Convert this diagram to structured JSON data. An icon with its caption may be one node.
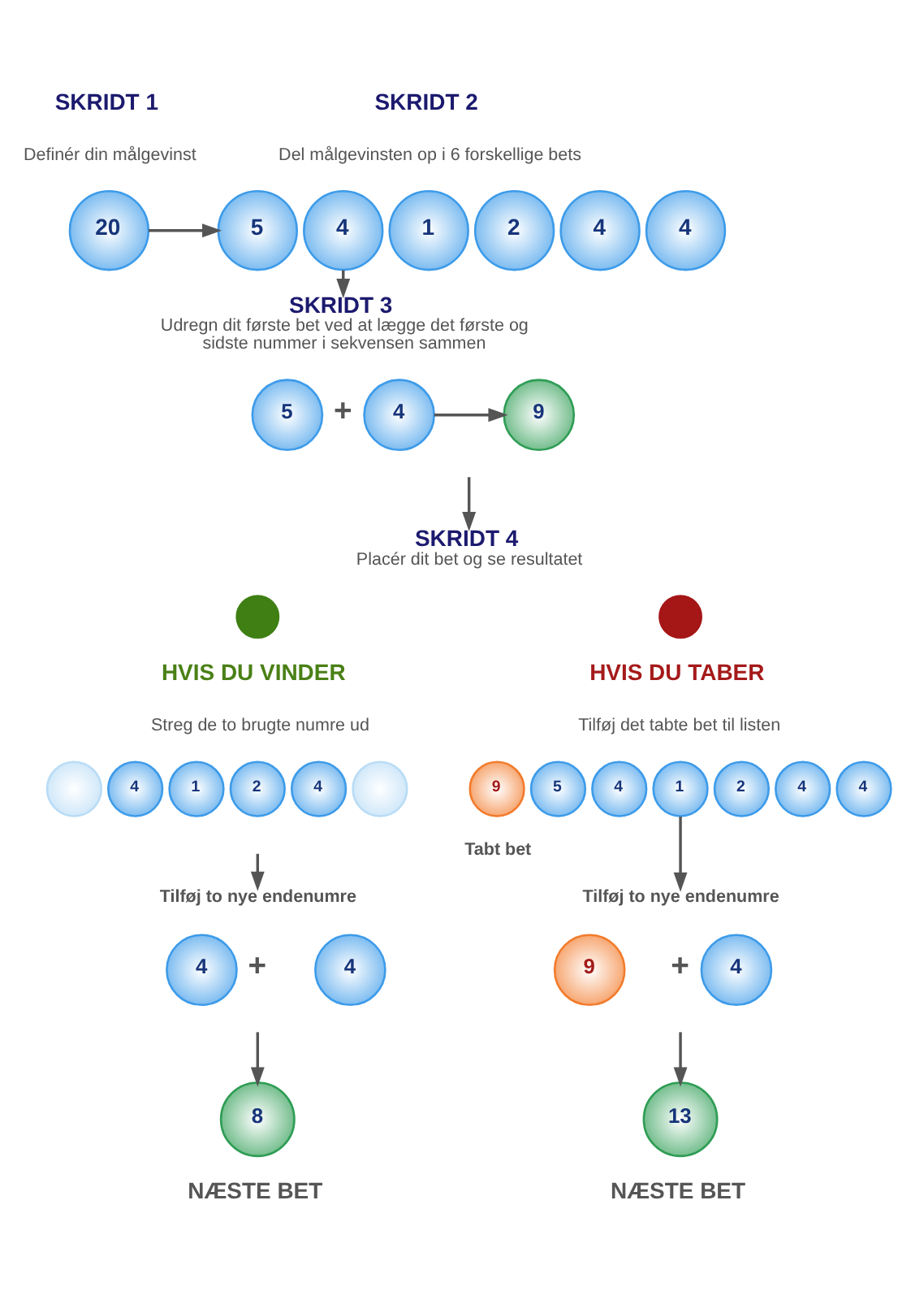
{
  "diagram": {
    "nodes": [
      {
        "text": [
          "20"
        ]
      },
      {
        "text": [
          "5"
        ]
      },
      {
        "text": [
          "4"
        ]
      },
      {
        "text": [
          "1"
        ]
      },
      {
        "text": [
          "2"
        ]
      },
      {
        "text": [
          "4"
        ]
      },
      {
        "text": [
          "4"
        ]
      },
      {
        "text": [
          "SKRIDT 3",
          "Udregn dit første bet ved at lægge det første og sidste nummer i sekvensen sammen"
        ]
      },
      {
        "text": [
          "5"
        ]
      },
      {
        "text": [
          "4"
        ]
      },
      {
        "text": [
          "9"
        ]
      },
      {
        "text": [
          "SKRIDT 4",
          "Placér dit bet og se resultatet"
        ]
      },
      {
        "text": [],
        "shape": "circle"
      },
      {
        "text": [],
        "shape": "circle"
      },
      {
        "text": [],
        "shape": "circle"
      },
      {
        "text": [
          "4"
        ]
      },
      {
        "text": [
          "1"
        ]
      },
      {
        "text": [
          "2"
        ]
      },
      {
        "text": [
          "4"
        ]
      },
      {
        "text": [],
        "shape": "circle"
      },
      {
        "text": [
          "9"
        ],
        "beside": [
          "Tabt bet"
        ]
      },
      {
        "text": [
          "5"
        ]
      },
      {
        "text": [
          "4"
        ]
      },
      {
        "text": [
          "1"
        ]
      },
      {
        "text": [
          "2"
        ]
      },
      {
        "text": [
          "4"
        ]
      },
      {
        "text": [
          "4"
        ]
      },
      {
        "text": [
          "Tilføj to nye endenumre"
        ]
      },
      {
        "text": [
          "Tilføj to nye endenumre"
        ]
      },
      {
        "text": [
          "4"
        ]
      },
      {
        "text": [
          "4"
        ]
      },
      {
        "text": [
          "9"
        ]
      },
      {
        "text": [
          "4"
        ]
      },
      {
        "text": [
          "8"
        ],
        "beside": [
          "NÆSTE BET"
        ]
      },
      {
        "text": [
          "13"
        ],
        "beside": [
          "NÆSTE BET"
        ]
      }
    ],
    "edges": [
      {
        "from": 0,
        "to": 1,
        "arrow": "to"
      },
      {
        "from": 2,
        "to": 7,
        "arrow": "to"
      },
      {
        "from": 9,
        "to": 10,
        "arrow": "to"
      },
      {
        "from": null,
        "to": 11,
        "arrow": "to"
      },
      {
        "from": null,
        "to": 27,
        "arrow": "to"
      },
      {
        "from": 23,
        "to": 28,
        "arrow": "to"
      },
      {
        "from": null,
        "to": 33,
        "arrow": "to"
      },
      {
        "from": null,
        "to": 34,
        "arrow": "to"
      }
    ],
    "labels": [
      "SKRIDT 1",
      "SKRIDT 2",
      "Definér din målgevinst",
      "Del målgevinsten op i 6 forskellige bets",
      "+",
      "HVIS DU VINDER",
      "HVIS DU TABER",
      "Streg de to brugte numre ud",
      "Tilføj det tabte bet til listen",
      "+",
      "+"
    ]
  }
}
